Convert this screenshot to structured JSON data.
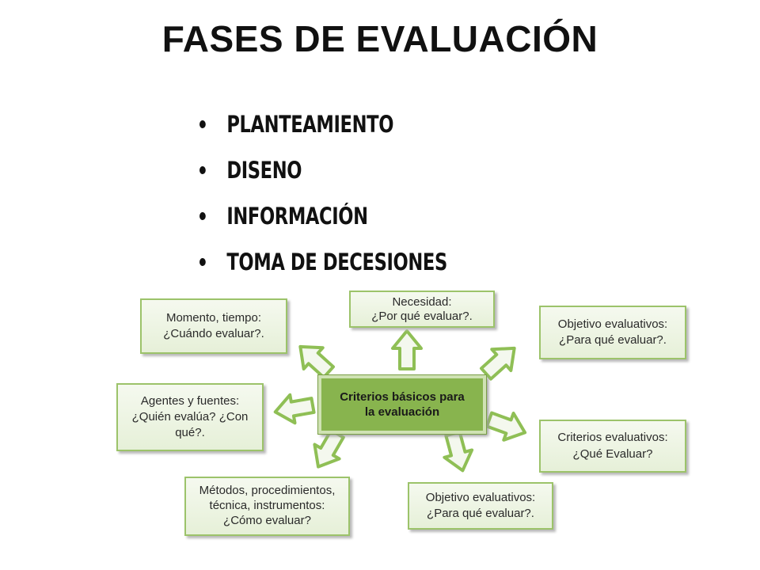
{
  "title": "FASES DE EVALUACIÓN",
  "bullets": [
    "PLANTEAMIENTO",
    "DISENO",
    "INFORMACIÓN",
    "TOMA DE DECESIONES"
  ],
  "diagram": {
    "center": {
      "line1": "Criterios básicos para",
      "line2": "la evaluación"
    },
    "nodes": {
      "momento": {
        "line1": "Momento, tiempo:",
        "line2": "¿Cuándo evaluar?."
      },
      "necesidad": {
        "line1": "Necesidad:",
        "line2": "¿Por qué evaluar?."
      },
      "objetivo_top": {
        "line1": "Objetivo evaluativos:",
        "line2": "¿Para qué evaluar?."
      },
      "agentes": {
        "line1": "Agentes y fuentes:",
        "line2": "¿Quién evalúa? ¿Con",
        "line3": "qué?."
      },
      "criterios": {
        "line1": "Criterios evaluativos:",
        "line2": "¿Qué Evaluar?"
      },
      "metodos": {
        "line1": "Métodos, procedimientos,",
        "line2": "técnica, instrumentos:",
        "line3": "¿Cómo evaluar?"
      },
      "objetivo_bottom": {
        "line1": "Objetivo evaluativos:",
        "line2": "¿Para qué evaluar?."
      }
    },
    "colors": {
      "accent": "#88b44e",
      "box_border": "#9cc36a",
      "arrow_fill": "#f4f8ee",
      "arrow_stroke": "#8fbf55"
    }
  }
}
